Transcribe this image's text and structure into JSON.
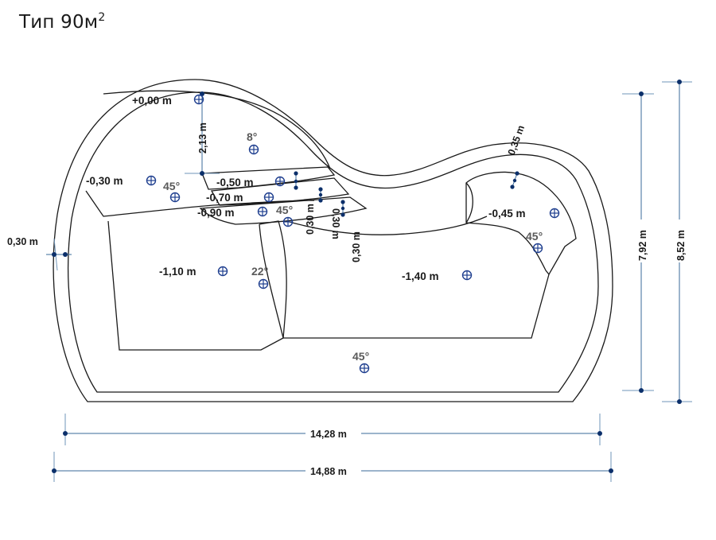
{
  "title": {
    "text": "Тип 90м",
    "sup": "2"
  },
  "depth_markers": [
    {
      "label": "+0,00 m"
    },
    {
      "label": "-0,30 m"
    },
    {
      "label": "-0,50 m"
    },
    {
      "label": "-0,70 m"
    },
    {
      "label": "-0,90 m"
    },
    {
      "label": "-1,10 m"
    },
    {
      "label": "-1,40 m"
    },
    {
      "label": "-0,45 m"
    }
  ],
  "angle_labels": [
    "8°",
    "45°",
    "45°",
    "22°",
    "45°",
    "45°"
  ],
  "dimensions": {
    "wall_left": "0,30 m",
    "top_depth": "2,13 m",
    "step_height_1": "0,30 m",
    "step_height_2": "0,30 m",
    "step_height_3": "0,30 m",
    "bench_width": "0,35 m",
    "inner_width": "14,28 m",
    "outer_width": "14,88 m",
    "inner_height": "7,92 m",
    "outer_height": "8,52 m"
  },
  "colors": {
    "outline": "#1a1a1a",
    "dimension_line": "#3a6a9a",
    "dimension_dot": "#0b2f6a",
    "marker": "#1f3f8f",
    "angle_text": "#5a5a5a"
  }
}
